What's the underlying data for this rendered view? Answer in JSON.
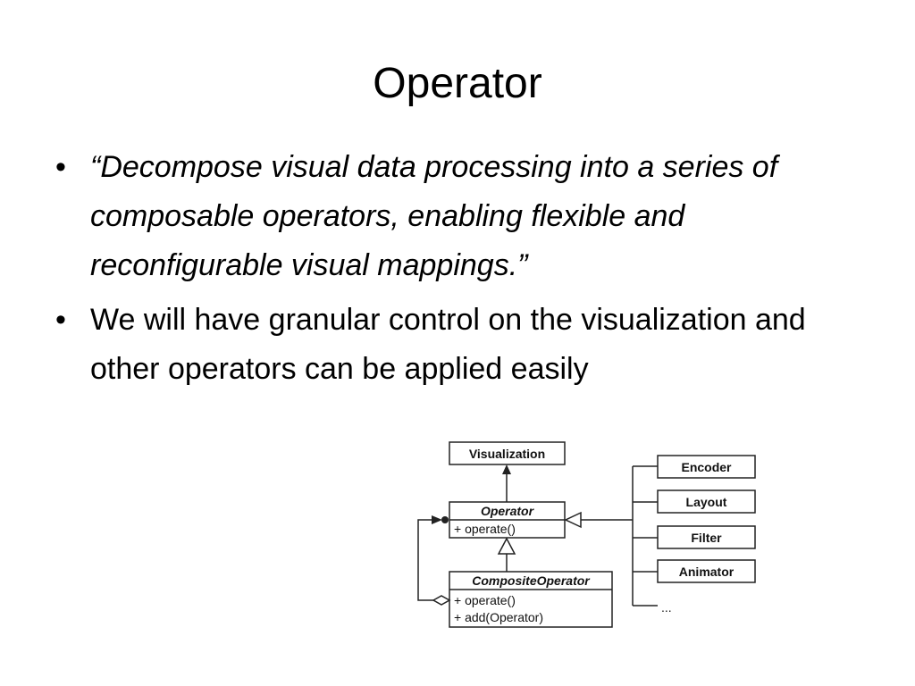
{
  "slide": {
    "title": "Operator",
    "bullets": [
      {
        "text": "“Decompose visual data processing into a series of composable operators, enabling flexible and reconfigurable visual mappings.”",
        "style": "italic"
      },
      {
        "text": "We will have granular control on the visualization and other operators can be applied easily",
        "style": "normal"
      }
    ]
  },
  "diagram": {
    "visualization": "Visualization",
    "operator": {
      "name": "Operator",
      "method": "+ operate()"
    },
    "composite": {
      "name": "CompositeOperator",
      "methods": [
        "+ operate()",
        "+ add(Operator)"
      ]
    },
    "subclasses": [
      "Encoder",
      "Layout",
      "Filter",
      "Animator"
    ],
    "ellipsis": "..."
  }
}
